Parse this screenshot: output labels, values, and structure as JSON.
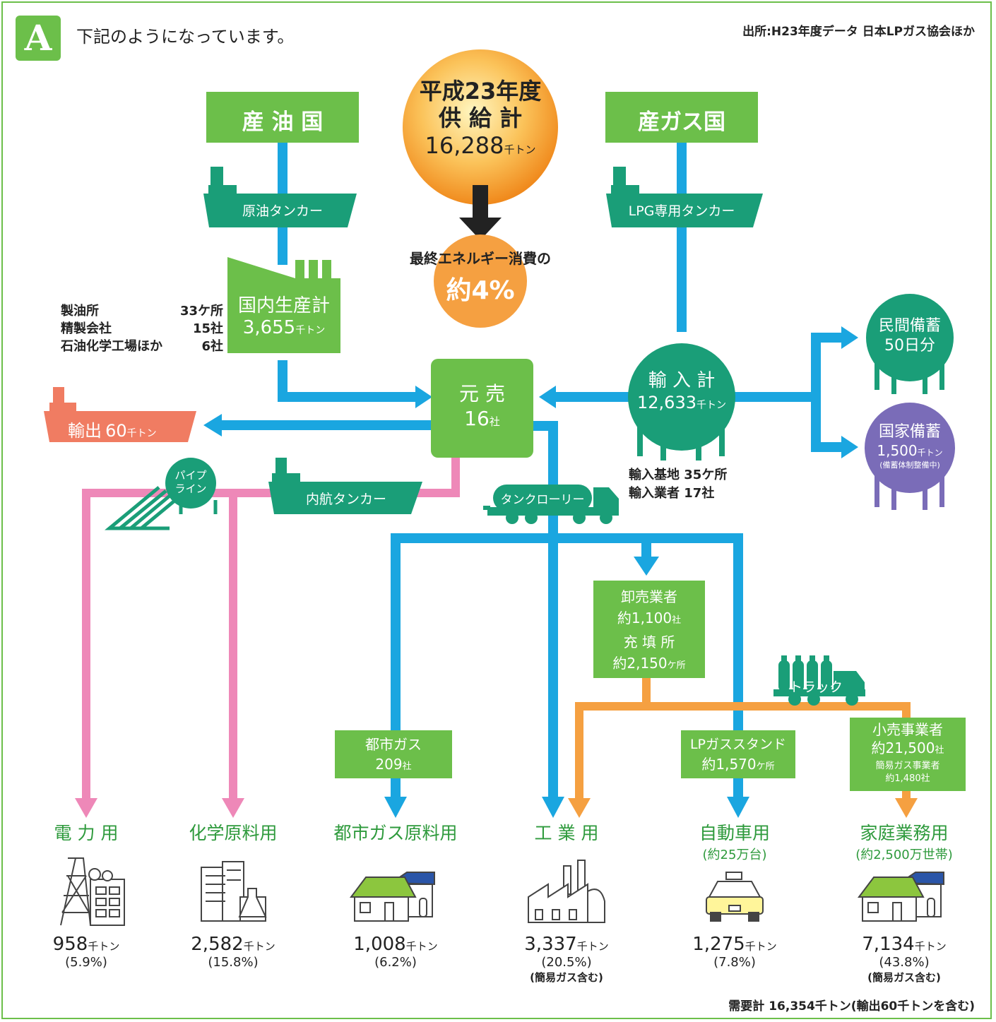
{
  "header": {
    "badge": "A",
    "intro": "下記のようになっています。",
    "source": "出所:H23年度データ 日本LPガス協会ほか"
  },
  "supply": {
    "line1": "平成23年度",
    "line2": "供 給 計",
    "value": "16,288",
    "unit": "千トン",
    "share_caption": "最終エネルギー消費の",
    "share_value": "約4%"
  },
  "oil_country": "産 油 国",
  "gas_country": "産ガス国",
  "crude_tanker": "原油タンカー",
  "lpg_tanker": "LPG専用タンカー",
  "domestic": {
    "line1": "国内生産計",
    "value": "3,655",
    "unit": "千トン"
  },
  "refinery_list": [
    {
      "name": "製油所",
      "count": "33ケ所"
    },
    {
      "name": "精製会社",
      "count": "15社"
    },
    {
      "name": "石油化学工場ほか",
      "count": "6社"
    }
  ],
  "motouri": {
    "line1": "元 売",
    "value": "16",
    "unit": "社"
  },
  "import_total": {
    "line1": "輸 入 計",
    "value": "12,633",
    "unit": "千トン"
  },
  "import_list": [
    {
      "name": "輸入基地",
      "count": "35ケ所"
    },
    {
      "name": "輸入業者",
      "count": "17社"
    }
  ],
  "export": {
    "label": "輸出",
    "value": "60",
    "unit": "千トン"
  },
  "private_stock": {
    "line1": "民間備蓄",
    "line2": "50日分"
  },
  "national_stock": {
    "line1": "国家備蓄",
    "value": "1,500",
    "unit": "千トン",
    "note": "(備蓄体制整備中)"
  },
  "pipeline": {
    "line1": "パイプ",
    "line2": "ライン"
  },
  "coastal_tanker": "内航タンカー",
  "tank_lorry": "タンクローリー",
  "truck": "トラック",
  "wholesale": {
    "line1": "卸売業者",
    "line2_value": "約1,100",
    "line2_unit": "社",
    "line3": "充 填 所",
    "line4_value": "約2,150",
    "line4_unit": "ケ所"
  },
  "city_gas_company": {
    "line1": "都市ガス",
    "value": "209",
    "unit": "社"
  },
  "lp_stand": {
    "line1": "LPガススタンド",
    "value": "約1,570",
    "unit": "ケ所"
  },
  "retail": {
    "line1": "小売事業者",
    "value": "約21,500",
    "unit": "社",
    "sub1": "簡易ガス事業者",
    "sub2": "約1,480社"
  },
  "uses": [
    {
      "label": "電 力 用",
      "sub": "",
      "value": "958",
      "unit": "千トン",
      "pct": "(5.9%)",
      "note": "",
      "icon": "power-plant-icon"
    },
    {
      "label": "化学原料用",
      "sub": "",
      "value": "2,582",
      "unit": "千トン",
      "pct": "(15.8%)",
      "note": "",
      "icon": "chemical-plant-icon"
    },
    {
      "label": "都市ガス原料用",
      "sub": "",
      "value": "1,008",
      "unit": "千トン",
      "pct": "(6.2%)",
      "note": "",
      "icon": "houses-icon"
    },
    {
      "label": "工 業 用",
      "sub": "",
      "value": "3,337",
      "unit": "千トン",
      "pct": "(20.5%)",
      "note": "(簡易ガス含む)",
      "icon": "factory-icon"
    },
    {
      "label": "自動車用",
      "sub": "(約25万台)",
      "value": "1,275",
      "unit": "千トン",
      "pct": "(7.8%)",
      "note": "",
      "icon": "taxi-icon"
    },
    {
      "label": "家庭業務用",
      "sub": "(約2,500万世帯)",
      "value": "7,134",
      "unit": "千トン",
      "pct": "(43.8%)",
      "note": "(簡易ガス含む)",
      "icon": "houses-icon"
    }
  ],
  "footer": "需要計 16,354千トン(輸出60千トンを含む)",
  "colors": {
    "green": "#6cbf4a",
    "teal": "#1a9e78",
    "blue": "#1aa6e0",
    "pink": "#ee88b8",
    "orange": "#f5a041",
    "salmon": "#f07c62",
    "purple": "#7a6cb8",
    "use_label": "#2e9a3c"
  }
}
